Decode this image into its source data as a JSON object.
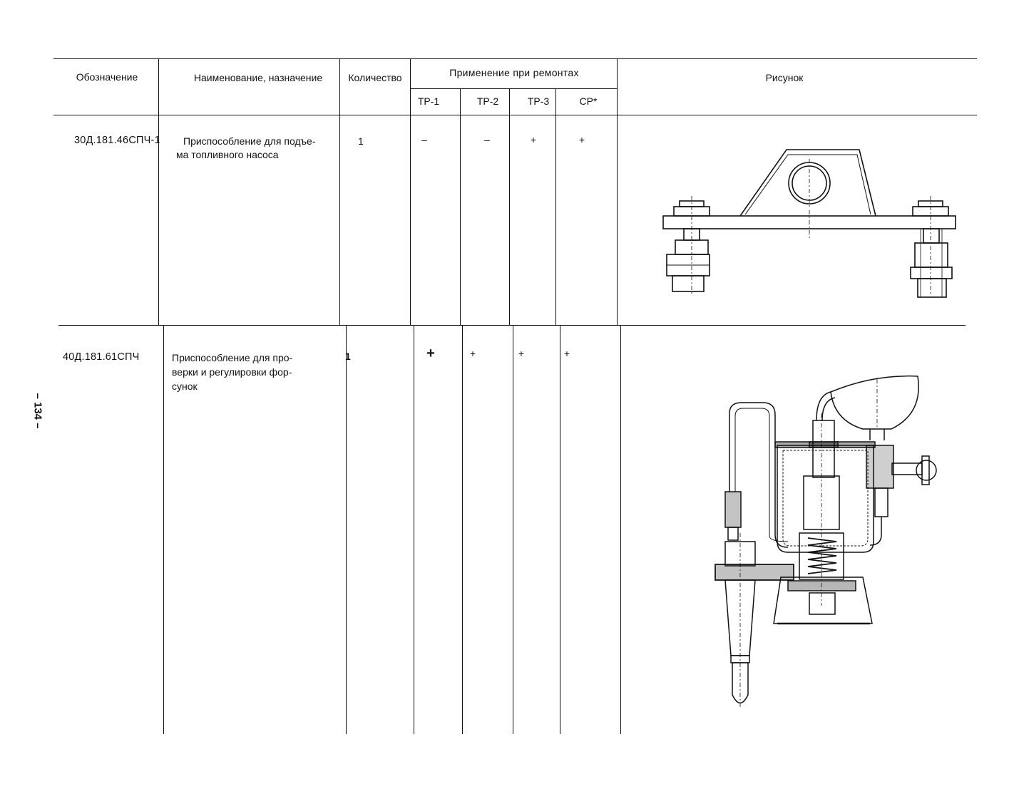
{
  "page_number": "– 134 –",
  "table": {
    "headers": {
      "designation": "Обозначение",
      "name": "Наименование, назначение",
      "quantity": "Количество",
      "repair_group": "Применение при ремонтах",
      "tr1": "ТР-1",
      "tr2": "ТР-2",
      "tr3": "ТР-3",
      "sr": "СР*",
      "figure": "Рисунок"
    },
    "rows": [
      {
        "designation": "30Д.181.46СПЧ-1",
        "name_line1": "Приспособление для подъе-",
        "name_line2": "ма топливного насоса",
        "quantity": "1",
        "tr1": "–",
        "tr2": "–",
        "tr3": "+",
        "sr": "+",
        "figure_icon": "fuel-pump-lifting-fixture-drawing"
      },
      {
        "designation": "40Д.181.61СПЧ",
        "name_line1": "Приспособление для про-",
        "name_line2": "верки и регулировки фор-",
        "name_line3": "сунок",
        "quantity": "1",
        "tr1": "+",
        "tr2": "+",
        "tr3": "+",
        "sr": "+",
        "figure_icon": "injector-test-stand-drawing"
      }
    ]
  }
}
